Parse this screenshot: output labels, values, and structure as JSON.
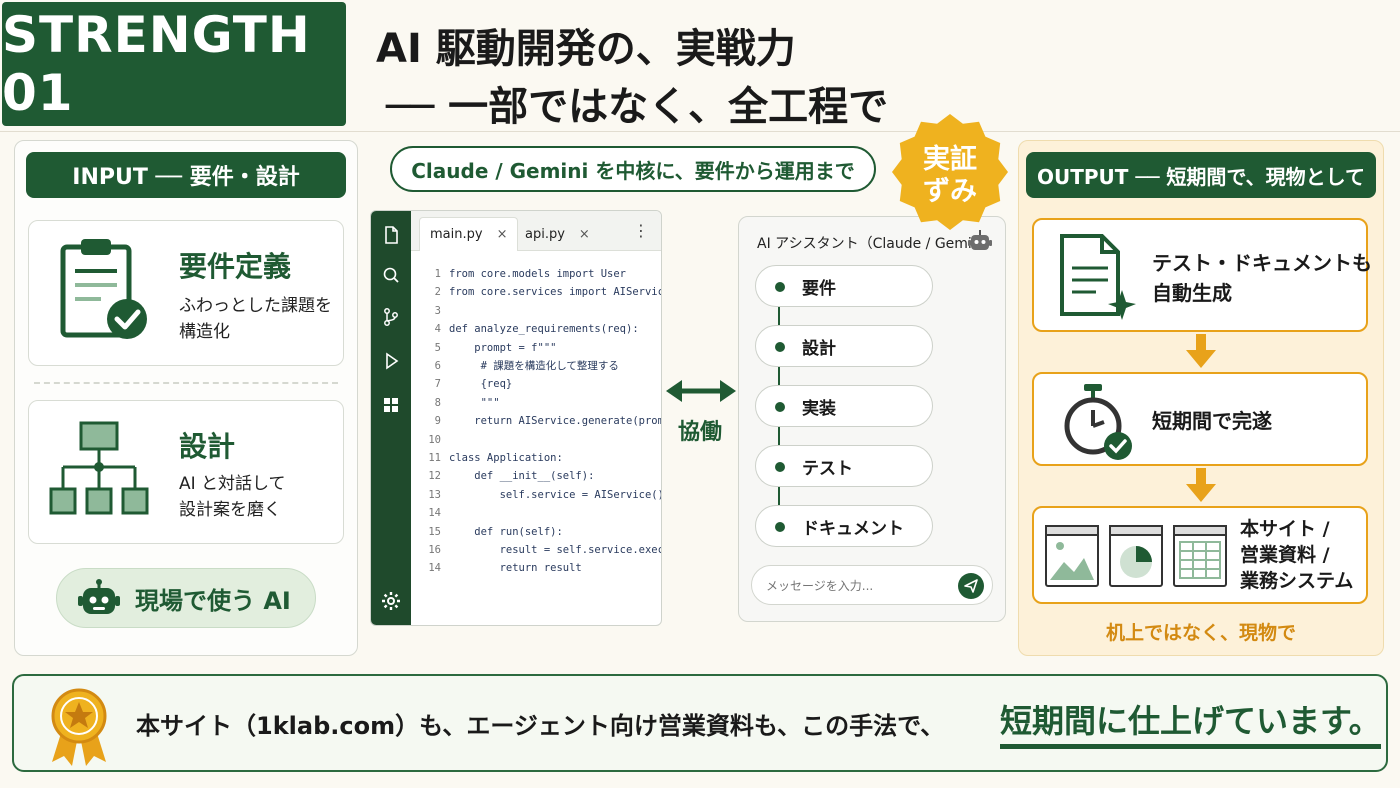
{
  "header": {
    "badge": "STRENGTH 01",
    "title_line1": "AI 駆動開発の、実戦力",
    "title_line2": "── 一部ではなく、全工程で"
  },
  "input_panel": {
    "heading": "INPUT ── 要件・設計",
    "cards": [
      {
        "title": "要件定義",
        "sub1": "ふわっとした課題を",
        "sub2": "構造化"
      },
      {
        "title": "設計",
        "sub1": "AI と対話して",
        "sub2": "設計案を磨く"
      }
    ],
    "ai_pill": "現場で使う AI"
  },
  "center": {
    "pill": "Claude / Gemini を中核に、要件から運用まで",
    "seal_line1": "実証",
    "seal_line2": "ずみ",
    "collab_label": "協働"
  },
  "editor": {
    "tabs": [
      {
        "label": "main.py",
        "close": "×"
      },
      {
        "label": "api.py",
        "close": "×"
      }
    ],
    "menu": "⋮",
    "lines": [
      {
        "n": "1",
        "code": "from core.models import User"
      },
      {
        "n": "2",
        "code": "from core.services import AIService"
      },
      {
        "n": "3",
        "code": ""
      },
      {
        "n": "4",
        "code": "def analyze_requirements(req):"
      },
      {
        "n": "5",
        "code": "    prompt = f\"\"\""
      },
      {
        "n": "6",
        "code": "     # 課題を構造化して整理する"
      },
      {
        "n": "7",
        "code": "     {req}"
      },
      {
        "n": "8",
        "code": "     \"\"\""
      },
      {
        "n": "9",
        "code": "    return AIService.generate(prompt)"
      },
      {
        "n": "10",
        "code": ""
      },
      {
        "n": "11",
        "code": "class Application:"
      },
      {
        "n": "12",
        "code": "    def __init__(self):"
      },
      {
        "n": "13",
        "code": "        self.service = AIService()"
      },
      {
        "n": "14",
        "code": ""
      },
      {
        "n": "15",
        "code": "    def run(self):"
      },
      {
        "n": "16",
        "code": "        result = self.service.execute()"
      },
      {
        "n": "14",
        "code": "        return result"
      }
    ]
  },
  "assistant": {
    "title": "AI アシスタント（Claude / Gemini）",
    "steps": [
      "要件",
      "設計",
      "実装",
      "テスト",
      "ドキュメント"
    ],
    "input_placeholder": "メッセージを入力..."
  },
  "output_panel": {
    "heading": "OUTPUT ── 短期間で、現物として",
    "cards": [
      {
        "line1": "テスト・ドキュメントも",
        "line2": "自動生成"
      },
      {
        "line1": "短期間で完遂",
        "line2": ""
      },
      {
        "line1": "本サイト /",
        "line2": "営業資料 /",
        "line3": "業務システム"
      }
    ],
    "caption": "机上ではなく、現物で"
  },
  "footer": {
    "text": "本サイト（1klab.com）も、エージェント向け営業資料も、この手法で、",
    "emphasis": "短期間に仕上げています。"
  },
  "colors": {
    "brand_green": "#1f5a33",
    "accent_orange": "#e8a21a",
    "seal_gold": "#efb21f"
  }
}
